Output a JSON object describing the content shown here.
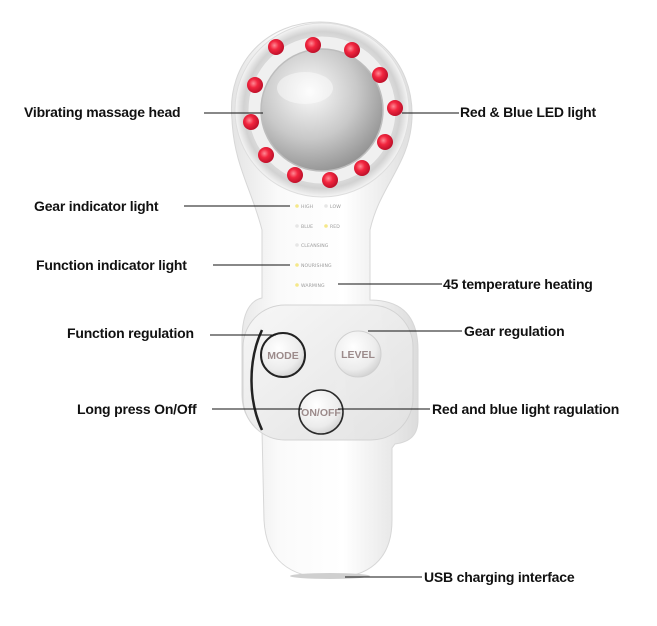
{
  "callouts": {
    "massage_head": "Vibrating massage head",
    "led_light": "Red & Blue LED light",
    "gear_indicator": "Gear indicator light",
    "function_indicator": "Function indicator light",
    "temperature": "45  temperature heating",
    "function_regulation": "Function regulation",
    "gear_regulation": "Gear regulation",
    "onoff": "Long press On/Off",
    "light_regulation": "Red and blue light ragulation",
    "usb": "USB charging interface"
  },
  "indicators": {
    "high": "HIGH",
    "low": "LOW",
    "blue": "BLUE",
    "red": "RED",
    "cleansing": "CLEANSING",
    "nourishing": "NOURISHING",
    "warming": "WARMING"
  },
  "buttons": {
    "mode": "MODE",
    "level": "LEVEL",
    "onoff": "ON/OFF"
  },
  "colors": {
    "led_red": "#e8213a",
    "body_white": "#f3f3f3",
    "indicator_yellow": "#f0e68c"
  }
}
